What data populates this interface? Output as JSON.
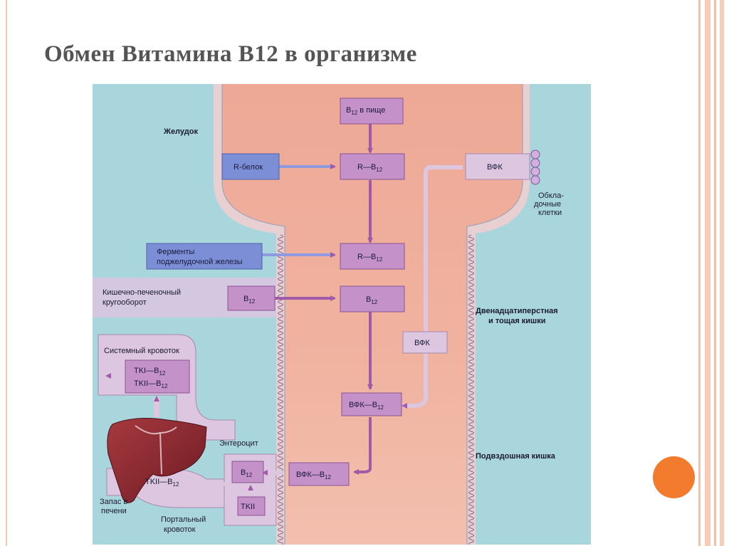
{
  "slide": {
    "title": "Обмен Витамина B12 в организме"
  },
  "diagram": {
    "regions": {
      "stomach": "Желудок",
      "parietal_cells_1": "Обкла-",
      "parietal_cells_2": "дочные",
      "parietal_cells_3": "клетки",
      "duodenum_1": "Двенадцатиперстная",
      "duodenum_2": "и тощая кишки",
      "ileum": "Подвздошная кишка",
      "enterohepatic_1": "Кишечно-печеночный",
      "enterohepatic_2": "кругооборот",
      "systemic": "Системный кровоток",
      "enterocyte": "Энтероцит",
      "liver_store_1": "Запас в",
      "liver_store_2": "печени",
      "portal_1": "Портальный",
      "portal_2": "кровоток"
    },
    "boxes": {
      "b12_food_main": "B",
      "b12_food_sub": "12",
      "b12_food_rest": " в пище",
      "r_protein": "R-белок",
      "r_b12_1_main": "R—B",
      "r_b12_1_sub": "12",
      "ifk_top": "ВФК",
      "pancreatic_1": "Ферменты",
      "pancreatic_2": "поджелудочной железы",
      "r_b12_2_main": "R—B",
      "r_b12_2_sub": "12",
      "b12_left_main": "B",
      "b12_left_sub": "12",
      "b12_center_main": "B",
      "b12_center_sub": "12",
      "ifk_mid": "ВФК",
      "ifk_b12_1_main": "ВФК—B",
      "ifk_b12_1_sub": "12",
      "ifk_b12_2_main": "ВФК—B",
      "ifk_b12_2_sub": "12",
      "tc1_main": "TKI—B",
      "tc1_sub": "12",
      "tc2_main": "TKII—B",
      "tc2_sub": "12",
      "tc2_liver_main": "TKII—B",
      "tc2_liver_sub": "12",
      "entero_b12_main": "B",
      "entero_b12_sub": "12",
      "tc2": "TKII"
    }
  },
  "colors": {
    "background_blue": "#a9d6dc",
    "lumen_pink": "#eea896",
    "purple_box": "#c491c8",
    "blue_box": "#7c8fd6",
    "liver": "#8a2630",
    "accent_orange": "#f27b2e"
  }
}
